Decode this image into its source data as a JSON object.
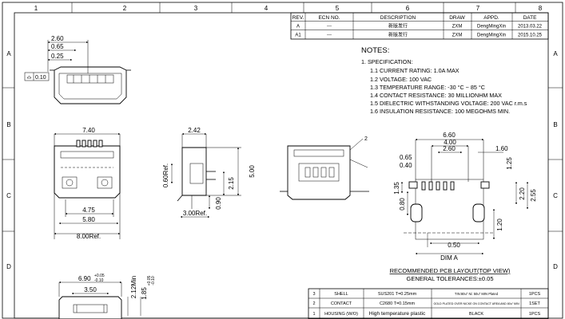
{
  "frame": {
    "col_markers": [
      "1",
      "2",
      "3",
      "4",
      "5",
      "6",
      "7",
      "8"
    ],
    "row_markers": [
      "A",
      "B",
      "C",
      "D"
    ]
  },
  "revision_table": {
    "headers": [
      "REV.",
      "ECN NO.",
      "DESCRIPTION",
      "DRAW",
      "APPD.",
      "DATE"
    ],
    "rows": [
      [
        "A",
        "---",
        "新版发行",
        "ZXM",
        "DengMingXin",
        "2013.03.22"
      ],
      [
        "A1",
        "---",
        "新版发行",
        "ZXM",
        "DengMingXin",
        "2015.10.25"
      ]
    ]
  },
  "notes": {
    "title": "NOTES:",
    "items": [
      "1. SPECIFICATION:",
      "1.1 CURRENT RATING: 1.0A MAX",
      "1.2 VOLTAGE: 100 VAC",
      "1.3 TEMPERATURE RANGE: -30 °C ~ 85 °C",
      "1.4 CONTACT RESISTANCE: 30 MILLIONHM MAX",
      "1.5 DIELECTRIC WITHSTANDING VOLTAGE: 200 VAC r.m.s",
      "1.6 INSULATION RESISTANCE: 100 MEGOHMS MIN."
    ]
  },
  "dims": {
    "v1_260": "2.60",
    "v1_065": "0.65",
    "v1_025": "0.25",
    "v1_010": "0.10",
    "front_740": "7.40",
    "front_475": "4.75",
    "front_580": "5.80",
    "front_800": "8.00Ref.",
    "side_242": "2.42",
    "side_060": "0.60Ref.",
    "side_215": "2.15",
    "side_500": "5.00",
    "side_090": "0.90",
    "side_300": "3.00Ref.",
    "balloon_2": "2",
    "pcb_660": "6.60",
    "pcb_400": "4.00",
    "pcb_260": "2.60",
    "pcb_160": "1.60",
    "pcb_065": "0.65",
    "pcb_040": "0.40",
    "pcb_125": "1.25",
    "pcb_135": "1.35",
    "pcb_080": "0.80",
    "pcb_220": "2.20",
    "pcb_255": "2.55",
    "pcb_120": "1.20",
    "pcb_050": "0.50",
    "pcb_dima": "DIM A",
    "bot_690": "6.90",
    "bot_690_tol_top": "+0.05",
    "bot_690_tol_bot": "-0.10",
    "bot_350": "3.50",
    "bot_212": "2.12Min",
    "bot_185": "1.85",
    "bot_185_tol_top": "+0.05",
    "bot_185_tol_bot": "-0.10"
  },
  "pcb_caption": {
    "line1": "RECOMMENDED PCB LAYOUT(TOP VIEW)",
    "line2": "GENERAL TOLERANCES:±0.05"
  },
  "bom": {
    "rows": [
      [
        "3",
        "SHELL",
        "SUS201 T=0.25mm",
        "TIN:80u\" Ni: 50u\" MIN Plated",
        "1PCS"
      ],
      [
        "2",
        "CONTACT",
        "C2680 T=0.15mm",
        "GOLD PLATED OVER NICKE ON CONTACT AREA AND 80u\" MIN",
        "1SET"
      ],
      [
        "1",
        "HOUSING (W/O)",
        "High temperature plastic",
        "BLACK",
        "1PCS"
      ]
    ]
  }
}
